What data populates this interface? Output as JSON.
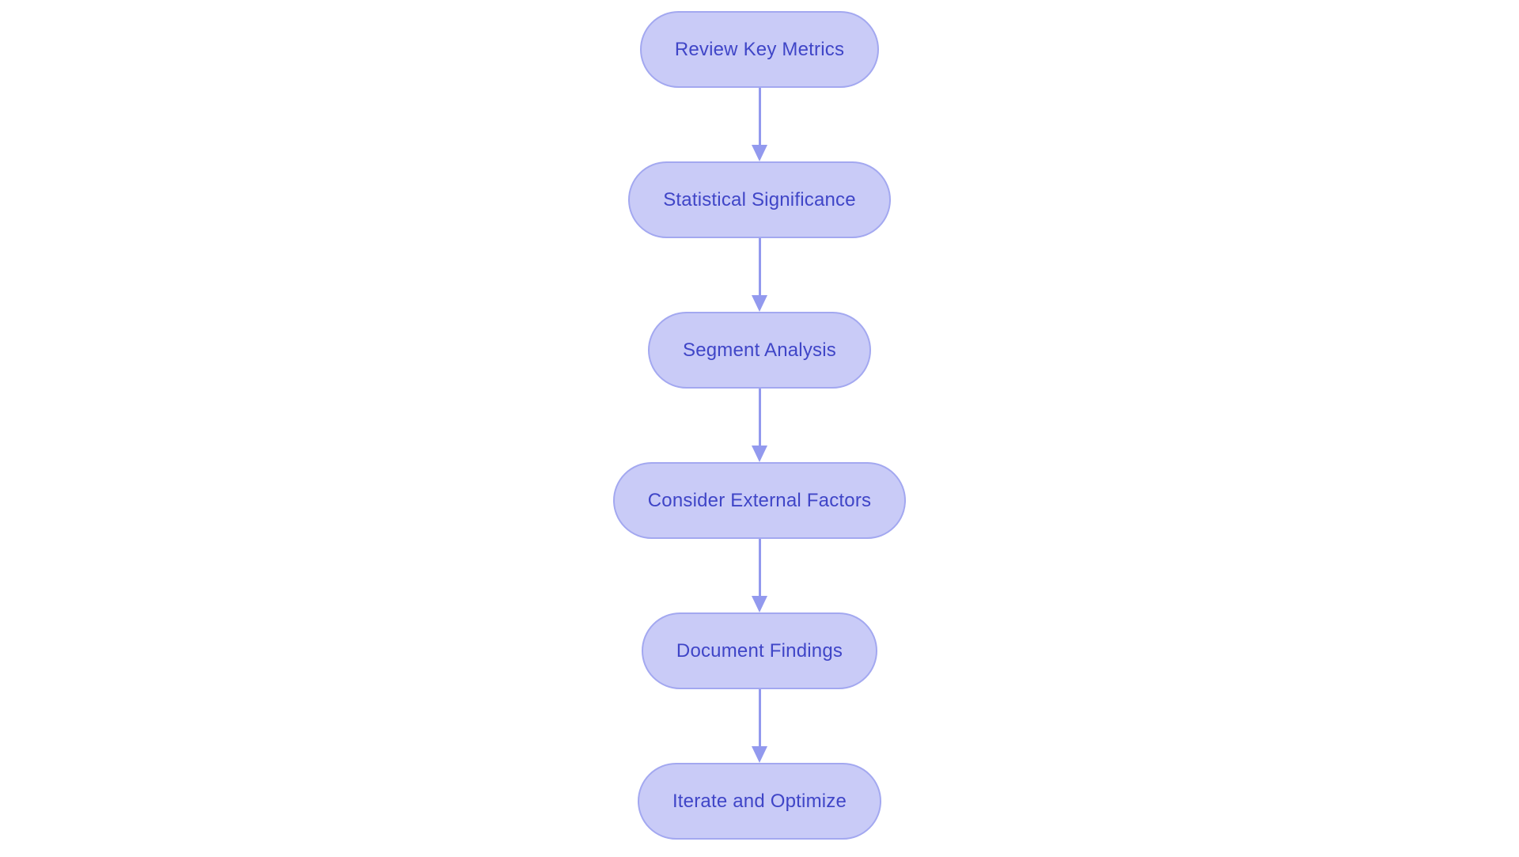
{
  "flowchart": {
    "type": "vertical-flowchart",
    "direction": "top-down",
    "nodes": [
      {
        "id": "n1",
        "label": "Review Key Metrics"
      },
      {
        "id": "n2",
        "label": "Statistical Significance"
      },
      {
        "id": "n3",
        "label": "Segment Analysis"
      },
      {
        "id": "n4",
        "label": "Consider External Factors"
      },
      {
        "id": "n5",
        "label": "Document Findings"
      },
      {
        "id": "n6",
        "label": "Iterate and Optimize"
      }
    ],
    "edges": [
      {
        "from": "n1",
        "to": "n2"
      },
      {
        "from": "n2",
        "to": "n3"
      },
      {
        "from": "n3",
        "to": "n4"
      },
      {
        "from": "n4",
        "to": "n5"
      },
      {
        "from": "n5",
        "to": "n6"
      }
    ],
    "colors": {
      "background": "#ffffff",
      "node_fill": "#c9cbf7",
      "node_border": "#a3a8f0",
      "node_text": "#3f45c7",
      "arrow": "#9299ee"
    }
  }
}
